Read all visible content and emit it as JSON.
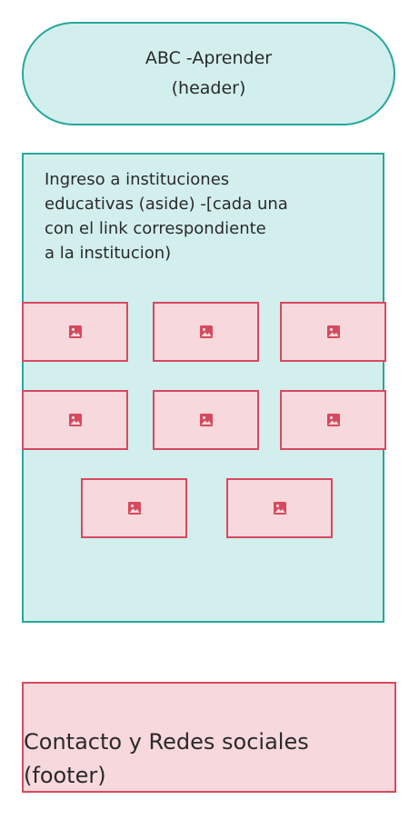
{
  "header": {
    "text": "ABC -Aprender\n(header)"
  },
  "aside": {
    "text": "Ingreso  a instituciones\neducativas (aside) -[cada una\ncon el link correspondiente\na la institucion)",
    "image_placeholders": [
      {
        "icon": "image-icon"
      },
      {
        "icon": "image-icon"
      },
      {
        "icon": "image-icon"
      },
      {
        "icon": "image-icon"
      },
      {
        "icon": "image-icon"
      },
      {
        "icon": "image-icon"
      },
      {
        "icon": "image-icon"
      },
      {
        "icon": "image-icon"
      }
    ]
  },
  "footer": {
    "text": "Contacto y Redes sociales\n(footer)"
  },
  "colors": {
    "teal_fill": "#d2efee",
    "teal_border": "#26a79a",
    "pink_fill": "#f7d8dc",
    "pink_border": "#d64a5e",
    "icon": "#d64a5e"
  }
}
